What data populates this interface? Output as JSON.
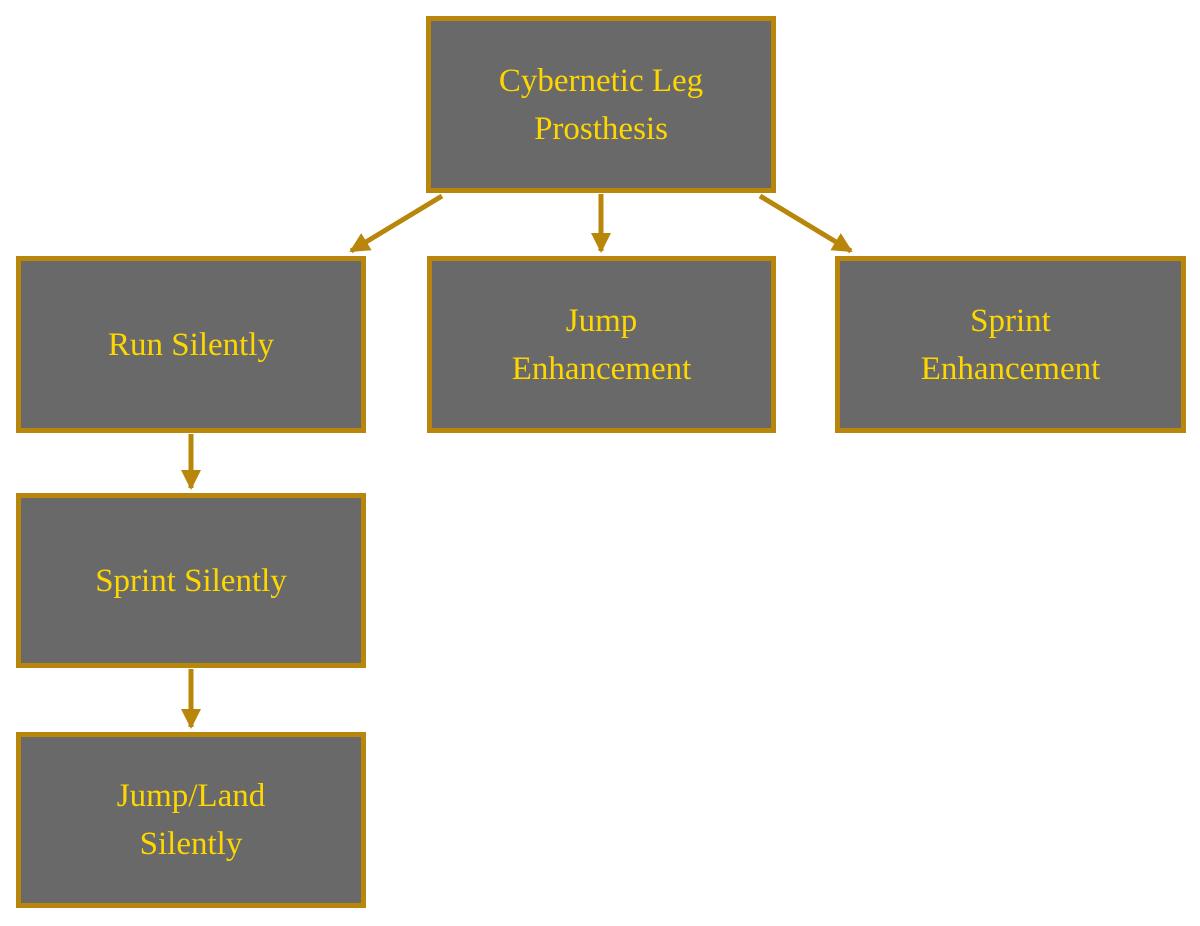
{
  "diagram": {
    "type": "flowchart",
    "colors": {
      "canvas_bg": "#ffffff",
      "node_fill": "#696969",
      "node_border": "#b8860b",
      "node_text": "#ffd700",
      "edge_color": "#b8860b"
    },
    "nodes": [
      {
        "id": "cybernetic-leg-prosthesis",
        "label": "Cybernetic Leg Prosthesis",
        "lines": [
          "Cybernetic Leg",
          "Prosthesis"
        ]
      },
      {
        "id": "run-silently",
        "label": "Run Silently",
        "lines": [
          "Run Silently"
        ]
      },
      {
        "id": "jump-enhancement",
        "label": "Jump Enhancement",
        "lines": [
          "Jump",
          "Enhancement"
        ]
      },
      {
        "id": "sprint-enhancement",
        "label": "Sprint Enhancement",
        "lines": [
          "Sprint",
          "Enhancement"
        ]
      },
      {
        "id": "sprint-silently",
        "label": "Sprint Silently",
        "lines": [
          "Sprint Silently"
        ]
      },
      {
        "id": "jump-land-silently",
        "label": "Jump/Land Silently",
        "lines": [
          "Jump/Land",
          "Silently"
        ]
      }
    ],
    "edges": [
      {
        "from": "cybernetic-leg-prosthesis",
        "to": "run-silently"
      },
      {
        "from": "cybernetic-leg-prosthesis",
        "to": "jump-enhancement"
      },
      {
        "from": "cybernetic-leg-prosthesis",
        "to": "sprint-enhancement"
      },
      {
        "from": "run-silently",
        "to": "sprint-silently"
      },
      {
        "from": "sprint-silently",
        "to": "jump-land-silently"
      }
    ]
  }
}
